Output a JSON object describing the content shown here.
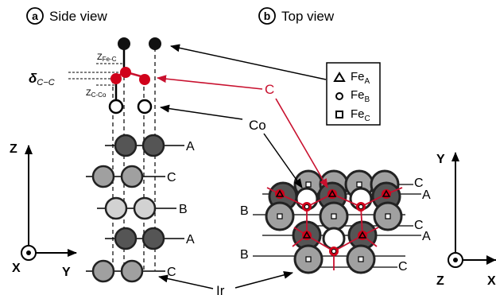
{
  "panel_a": {
    "badge": "a",
    "title": "Side view"
  },
  "panel_b": {
    "badge": "b",
    "title": "Top view"
  },
  "side_labels": {
    "z_fe_c": "Z",
    "z_fe_c_sub": "Fe-C",
    "z_c_co": "Z",
    "z_c_co_sub": "C-Co",
    "delta": "δ",
    "delta_sub": "C−C",
    "layers": [
      "A",
      "C",
      "B",
      "A",
      "C"
    ]
  },
  "species": {
    "carbon": "C",
    "cobalt": "Co",
    "iridium": "Ir"
  },
  "legend": [
    {
      "symbol": "triangle",
      "label": "Fe",
      "sub": "A"
    },
    {
      "symbol": "circle",
      "label": "Fe",
      "sub": "B"
    },
    {
      "symbol": "square",
      "label": "Fe",
      "sub": "C"
    }
  ],
  "top_labels": {
    "left": [
      "B",
      "B"
    ],
    "right": [
      "C",
      "A",
      "C",
      "A",
      "C"
    ]
  },
  "axes_left": {
    "vertical": "Z",
    "horizontal": "Y",
    "out": "X"
  },
  "axes_right": {
    "vertical": "Y",
    "horizontal": "X",
    "out": "Z"
  },
  "colors": {
    "iron": "#111111",
    "carbon": "#d0021b",
    "cobalt_fill": "#ffffff",
    "layer_A": "#555555",
    "layer_B": "#d2d2d2",
    "layer_C": "#a0a0a0",
    "accent": "#c8102e"
  }
}
